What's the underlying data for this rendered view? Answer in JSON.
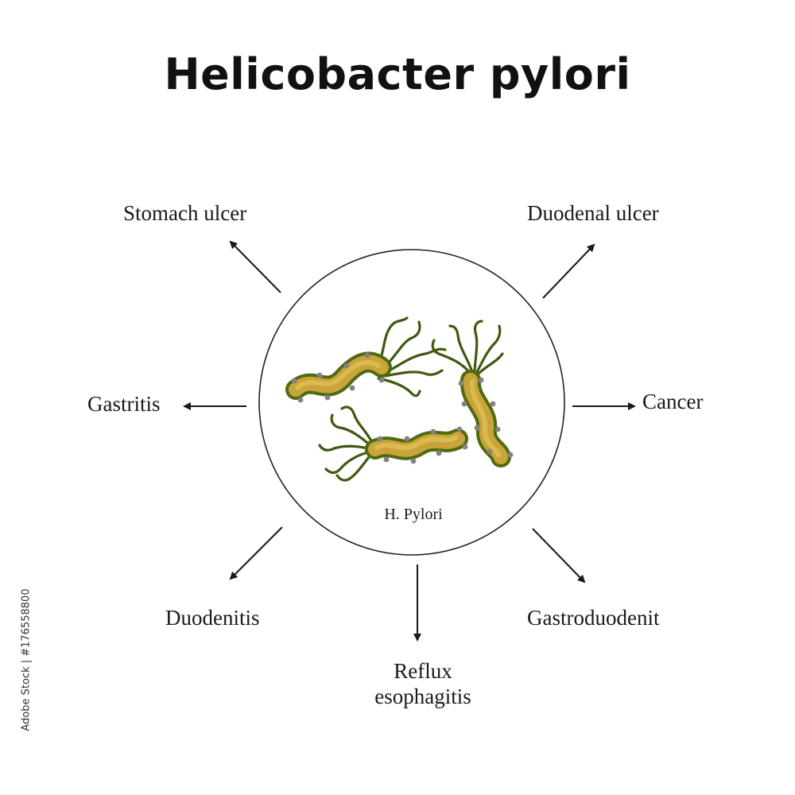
{
  "title": "Helicobacter pylori",
  "center_label": "H. Pylori",
  "conditions": {
    "stomach_ulcer": "Stomach ulcer",
    "duodenal_ulcer": "Duodenal ulcer",
    "gastritis": "Gastritis",
    "cancer": "Cancer",
    "duodenitis": "Duodenitis",
    "gastroduodenit": "Gastroduodenit",
    "reflux_line1": "Reflux",
    "reflux_line2": "esophagitis"
  },
  "stock_id": "Adobe Stock | #176558800",
  "colors": {
    "bacterium_body": "#c9a43a",
    "bacterium_edge": "#4f6b12",
    "flagella": "#3f5a10",
    "nodules": "#8a7d85",
    "arrow": "#1a1a1a"
  }
}
